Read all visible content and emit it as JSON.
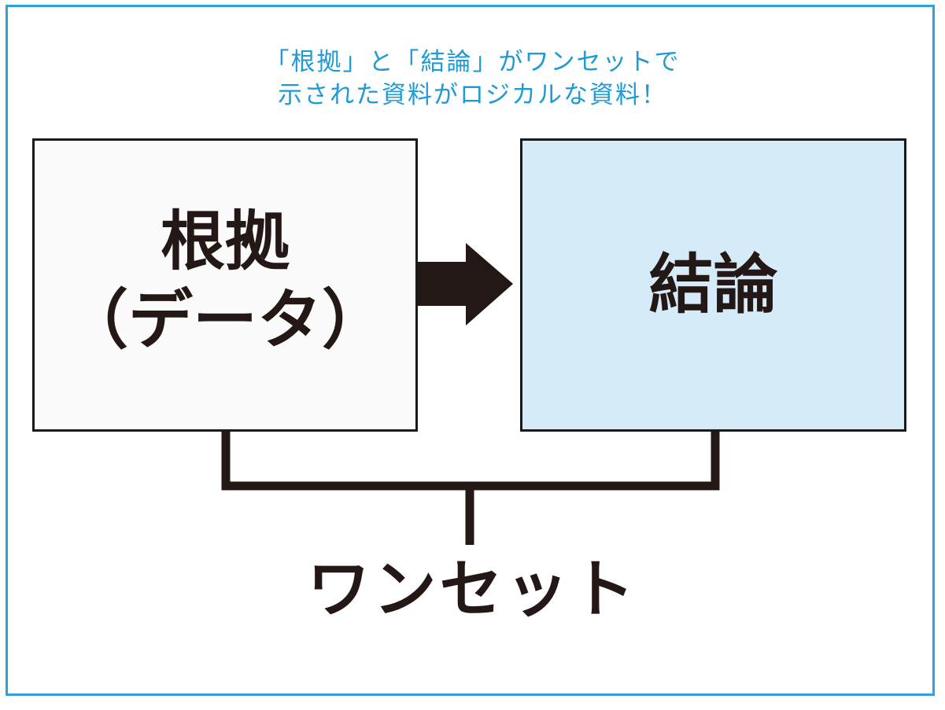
{
  "caption": {
    "line1": "「根拠」と「結論」がワンセットで",
    "line2": "示された資料がロジカルな資料！"
  },
  "left_box": {
    "line1": "根拠",
    "line2": "（データ）"
  },
  "right_box": {
    "label": "結論"
  },
  "bottom": {
    "label": "ワンセット"
  },
  "colors": {
    "frame": "#2fa3d9",
    "caption_text": "#1e9bd7",
    "right_box_fill": "#d6ebf8",
    "ink": "#231815"
  }
}
